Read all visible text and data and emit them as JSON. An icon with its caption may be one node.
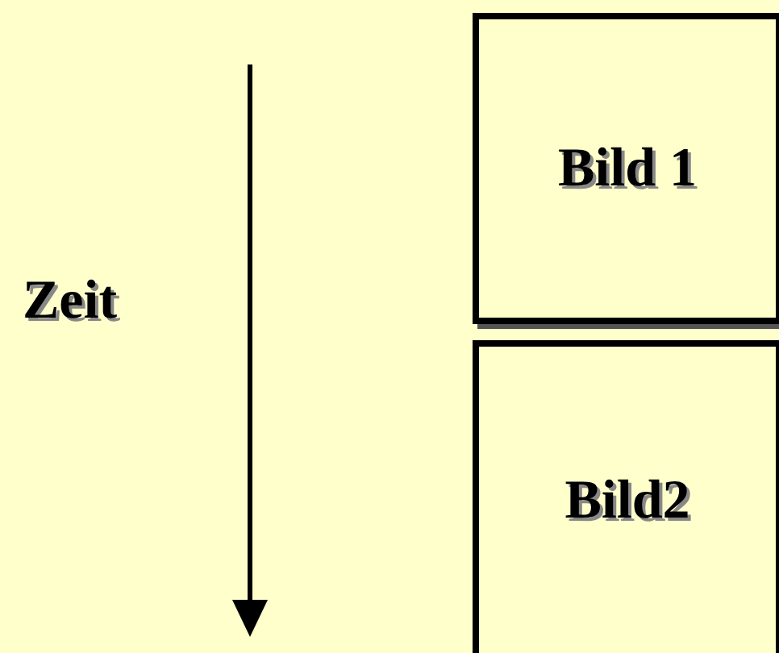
{
  "diagram": {
    "nodes": [
      {
        "text": [
          "Bild 1"
        ]
      },
      {
        "text": [
          "Bild2"
        ]
      }
    ],
    "labels": [
      "Zeit"
    ]
  }
}
